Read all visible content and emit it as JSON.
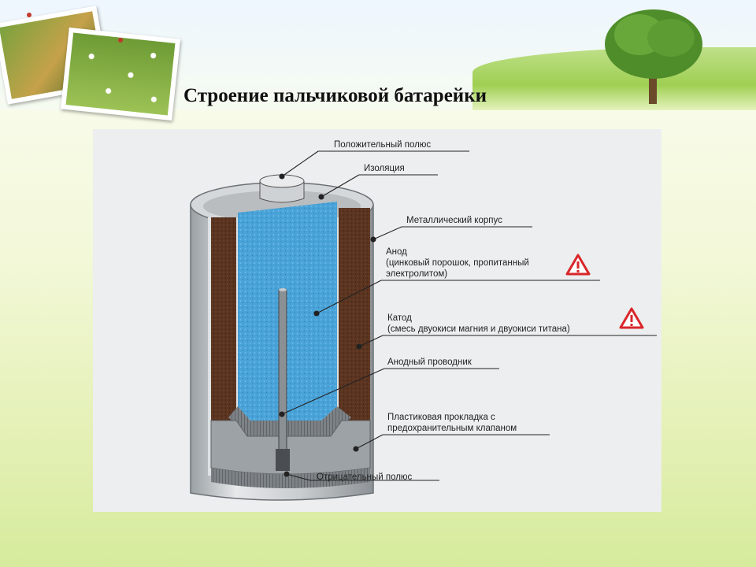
{
  "slide": {
    "title": "Строение пальчиковой батарейки"
  },
  "diagram": {
    "labels": {
      "positive_pole": "Положительный полюс",
      "insulation": "Изоляция",
      "metal_case": "Металлический корпус",
      "anode_title": "Анод",
      "anode_desc_1": "(цинковый порошок, пропитанный",
      "anode_desc_2": "электролитом)",
      "cathode_title": "Катод",
      "cathode_desc": "(смесь двуокиси магния и двуокиси титана)",
      "anode_conductor": "Анодный проводник",
      "plastic_gasket_1": "Пластиковая прокладка с",
      "plastic_gasket_2": "предохранительным клапаном",
      "negative_pole": "Отрицательный полюс"
    },
    "warning_icons": [
      "warning-triangle-icon",
      "warning-triangle-icon"
    ]
  },
  "colors": {
    "anode_blue": "#4aa3d8",
    "cathode_brown": "#5a3420",
    "warning_red": "#d9262a",
    "diagram_bg": "#eceeef"
  }
}
